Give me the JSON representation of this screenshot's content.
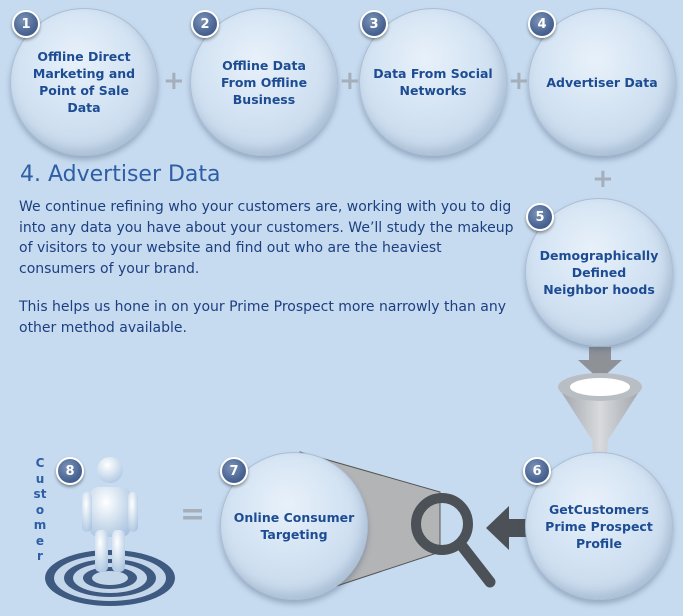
{
  "steps": [
    {
      "number": "1",
      "label": "Offline Direct Marketing and Point of Sale Data"
    },
    {
      "number": "2",
      "label": "Offline Data From Offline Business"
    },
    {
      "number": "3",
      "label": "Data From Social Networks"
    },
    {
      "number": "4",
      "label": "Advertiser Data"
    },
    {
      "number": "5",
      "label": "Demographically Defined Neighbor hoods"
    },
    {
      "number": "6",
      "label": "GetCustomers Prime Prospect Profile"
    },
    {
      "number": "7",
      "label": "Online Consumer Targeting"
    },
    {
      "number": "8",
      "label": "Customer"
    }
  ],
  "operators": {
    "plus": "+",
    "equals": "="
  },
  "section": {
    "title": "4. Advertiser Data",
    "paragraph1": "We continue refining who your customers are, working with you to dig into any data you have about your customers. We’ll study the makeup of visitors to your website and find out who are the heaviest consumers of your brand.",
    "paragraph2": "This helps us hone in on your Prime Prospect more narrowly than any other method available."
  },
  "colors": {
    "background": "#c7dbf0",
    "label_text": "#1d4c93",
    "badge": "#4a6593",
    "operator": "#a5aebb",
    "magnifier": "#4b5157"
  },
  "icons": [
    "funnel-icon",
    "magnifier-icon",
    "person-icon",
    "target-rings-icon",
    "arrow-down-icon",
    "arrow-left-icon"
  ]
}
